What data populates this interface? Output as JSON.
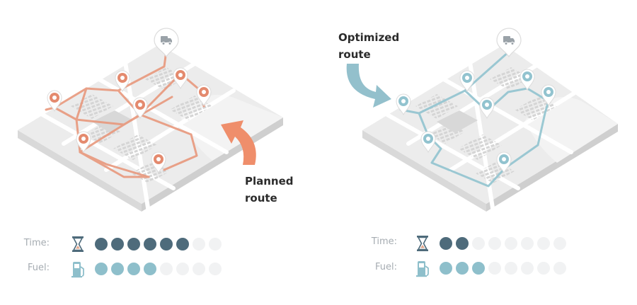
{
  "panels": {
    "planned": {
      "callout_line1": "Planned",
      "callout_line2": "route",
      "route_color": "#e48a6e",
      "time_filled": 6,
      "fuel_filled": 4
    },
    "optimized": {
      "callout_line1": "Optimized",
      "callout_line2": "route",
      "route_color": "#92c3cf",
      "time_filled": 2,
      "fuel_filled": 3
    }
  },
  "metrics": {
    "time_label": "Time:",
    "fuel_label": "Fuel:",
    "total_dots": 8,
    "time_icon": "hourglass-icon",
    "fuel_icon": "fuel-pump-icon",
    "time_dot_color": "#4e6b7b",
    "fuel_dot_color": "#8ebfcb",
    "empty_dot_color": "#f1f2f3"
  },
  "icons": {
    "depot": "truck-icon",
    "stop": "map-pin-icon"
  },
  "colors": {
    "block_top": "#ebebeb",
    "block_side": "#dadada",
    "road": "#ffffff",
    "building": "#d6d6d6"
  }
}
